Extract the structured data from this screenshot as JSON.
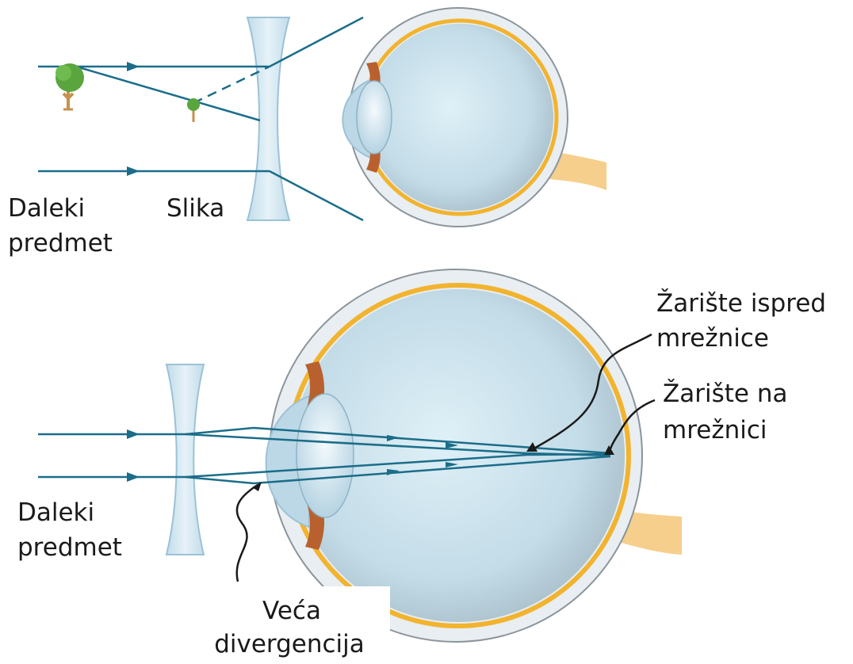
{
  "labels": {
    "top_object_line1": "Daleki",
    "top_object_line2": "predmet",
    "top_image": "Slika",
    "bottom_object_line1": "Daleki",
    "bottom_object_line2": "predmet",
    "focus_before_line1": "Žarište ispred",
    "focus_before_line2": "mrežnice",
    "focus_on_line1": "Žarište na",
    "focus_on_line2": "mrežnici",
    "divergence_line1": "Veća",
    "divergence_line2": "divergencija"
  },
  "colors": {
    "ray": "#1b6d8a",
    "lens": "#cfe4ef",
    "lens_edge": "#9cc2d6",
    "sclera": "#e9eef2",
    "sclera_edge": "#8b959c",
    "vitreous": "#c6dfeb",
    "retina": "#f2b32e",
    "optic_nerve": "#f6cf8c",
    "iris": "#b8612f",
    "tree_green": "#5aa53e",
    "tree_trunk": "#c8914e"
  },
  "icons": [
    "tree-icon",
    "small-tree-icon",
    "arrow-icon"
  ]
}
